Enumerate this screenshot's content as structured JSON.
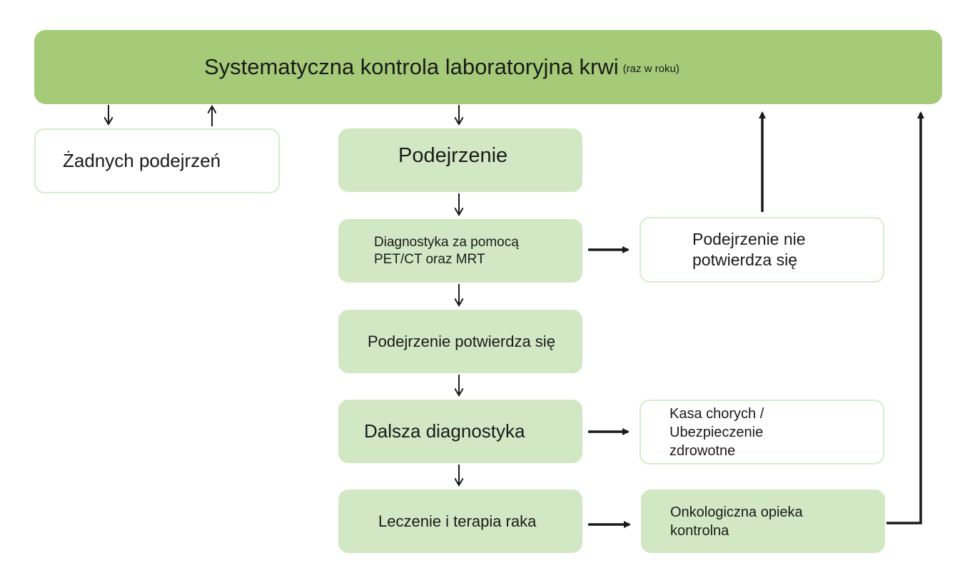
{
  "diagram": {
    "top": {
      "title": "Systematyczna kontrola laboratoryjna krwi",
      "subtitle": "(raz w roku)"
    },
    "nodes": {
      "no_suspicion": "Żadnych podejrzeń",
      "suspicion": "Podejrzenie",
      "diagnostics": "Diagnostyka za pomocą PET/CT oraz MRT",
      "not_confirmed": "Podejrzenie nie potwierdza się",
      "confirmed": "Podejrzenie potwierdza się",
      "further_diagnostics": "Dalsza diagnostyka",
      "insurance": "Kasa chorych / Ubezpieczenie zdrowotne",
      "treatment": "Leczenie i terapia raka",
      "aftercare": "Onkologiczna opieka kontrolna"
    },
    "colors": {
      "top_bar": "#a5cb78",
      "green_box": "#d2e8c4",
      "white_box_border": "#d8ebcc",
      "arrow": "#1a1a1a"
    }
  }
}
